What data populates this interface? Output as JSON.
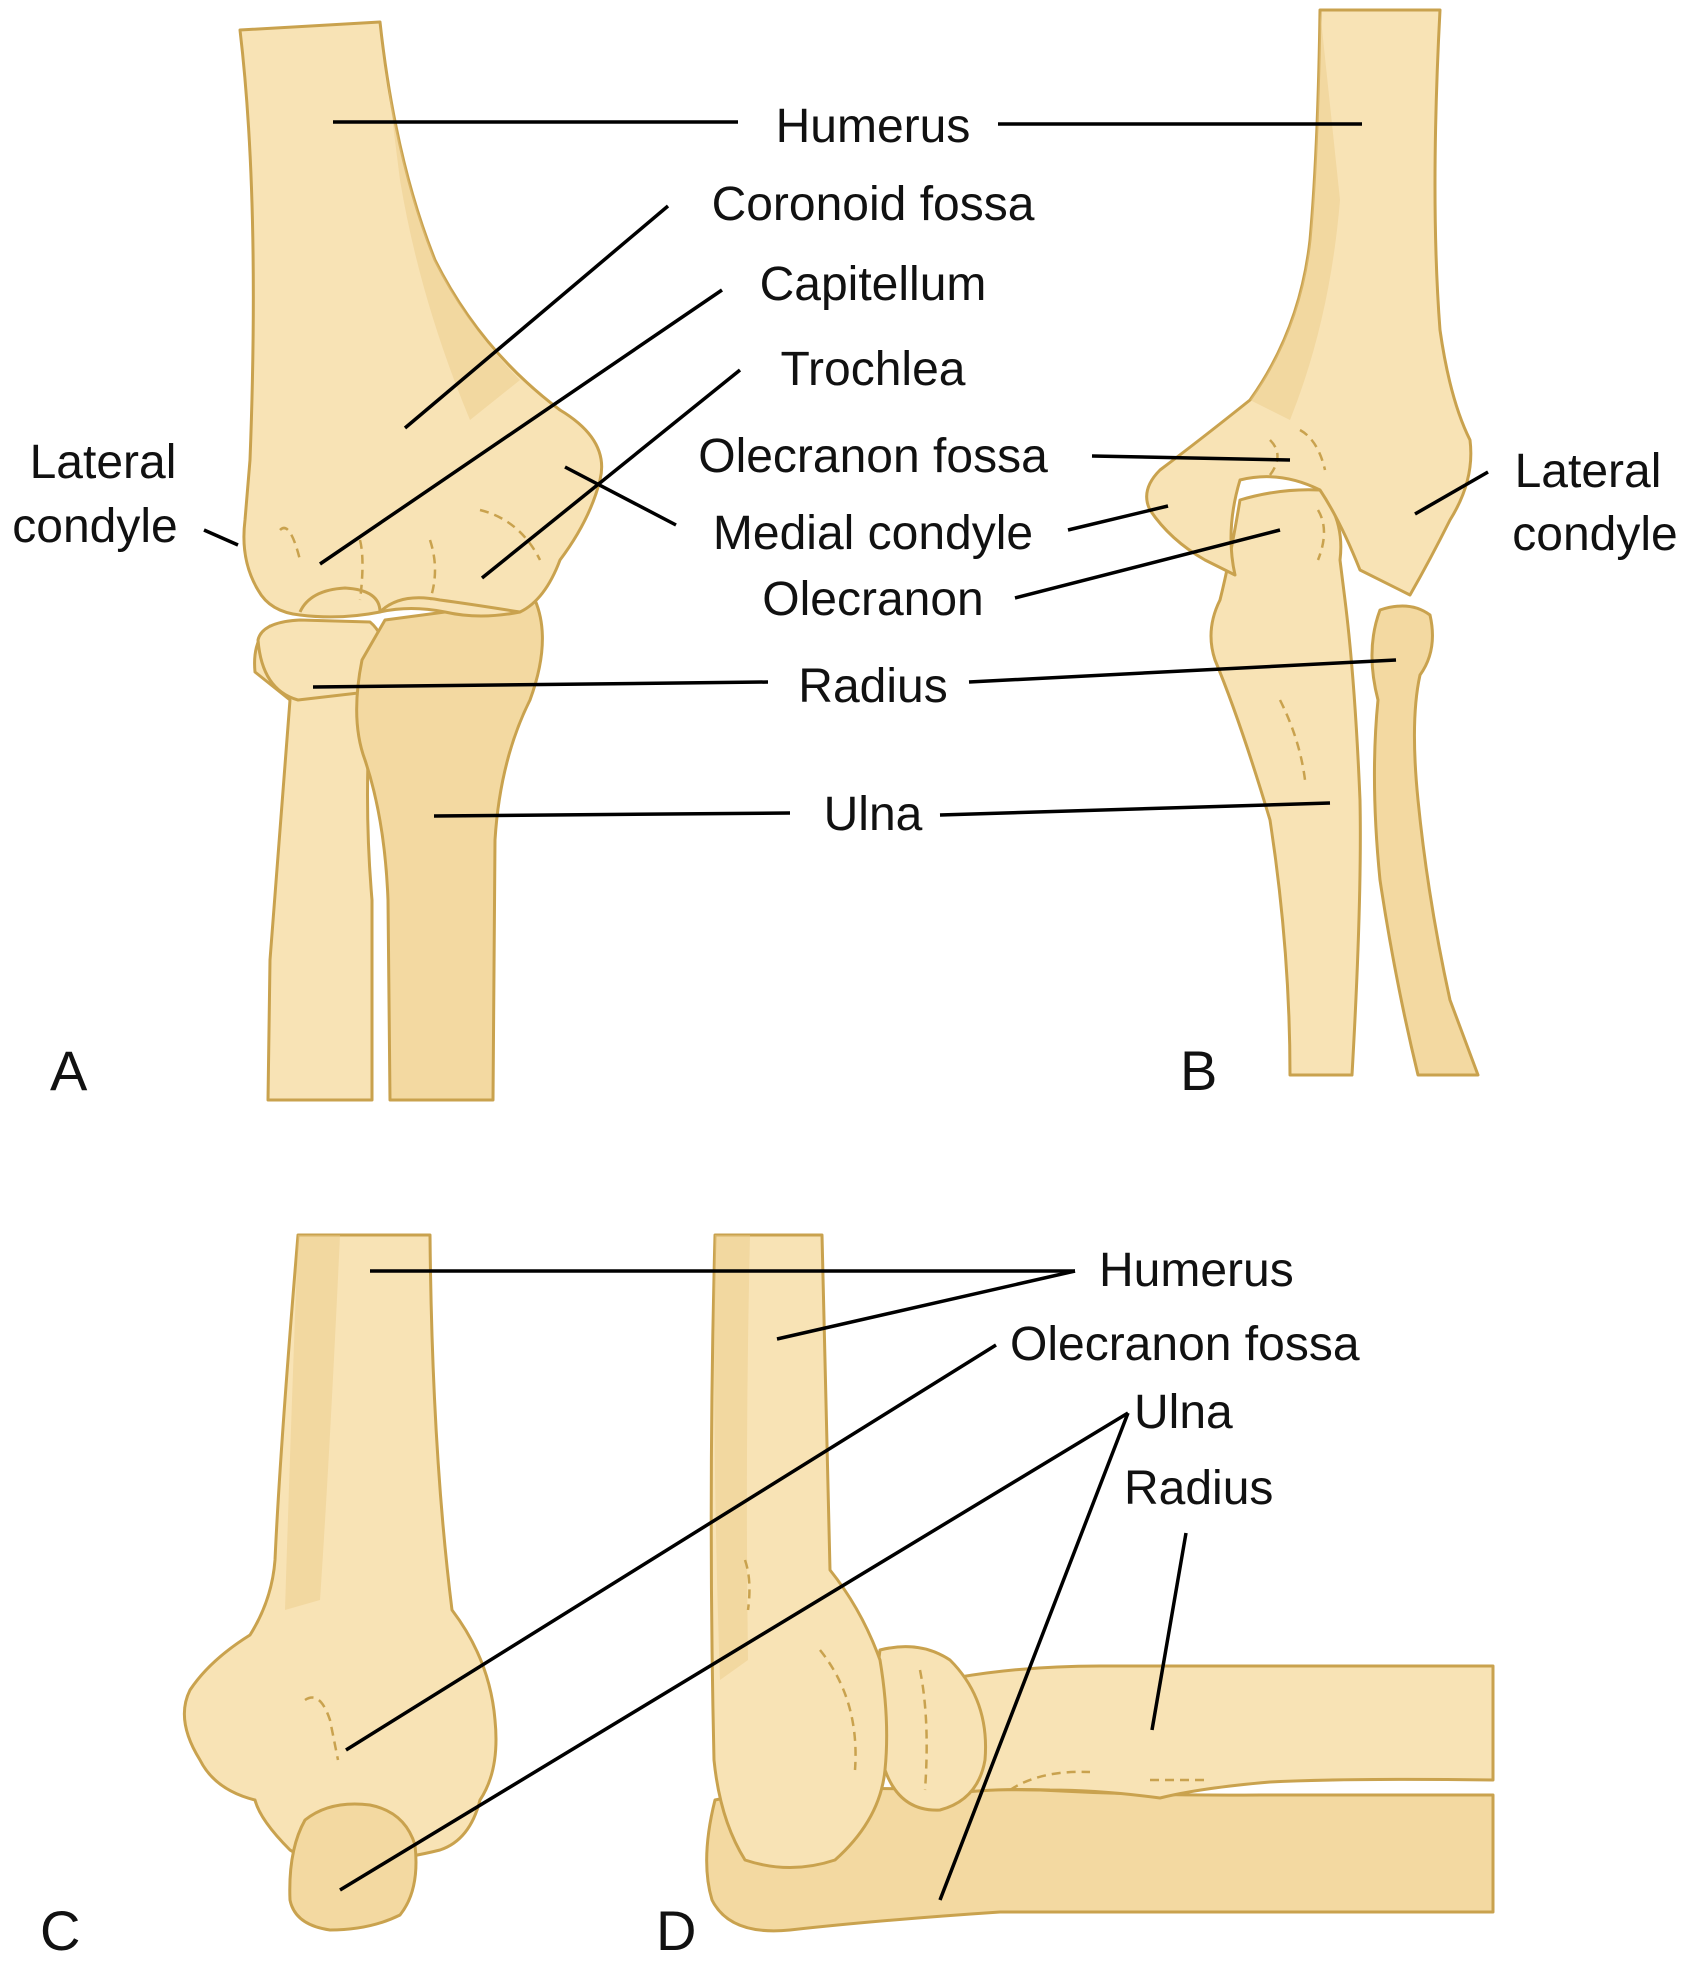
{
  "panels": {
    "a": "A",
    "b": "B",
    "c": "C",
    "d": "D"
  },
  "labels": {
    "a_humerus": "Humerus",
    "a_coronoid_fossa": "Coronoid fossa",
    "a_capitellum": "Capitellum",
    "a_trochlea": "Trochlea",
    "a_lateral_condyle_1": "Lateral",
    "a_lateral_condyle_2": "condyle",
    "b_olecranon_fossa": "Olecranon fossa",
    "b_medial_condyle": "Medial condyle",
    "b_olecranon": "Olecranon",
    "b_lateral_condyle_1": "Lateral",
    "b_lateral_condyle_2": "condyle",
    "radius": "Radius",
    "ulna": "Ulna",
    "cd_humerus": "Humerus",
    "cd_olecranon_fossa": "Olecranon fossa",
    "cd_ulna": "Ulna",
    "cd_radius": "Radius"
  }
}
